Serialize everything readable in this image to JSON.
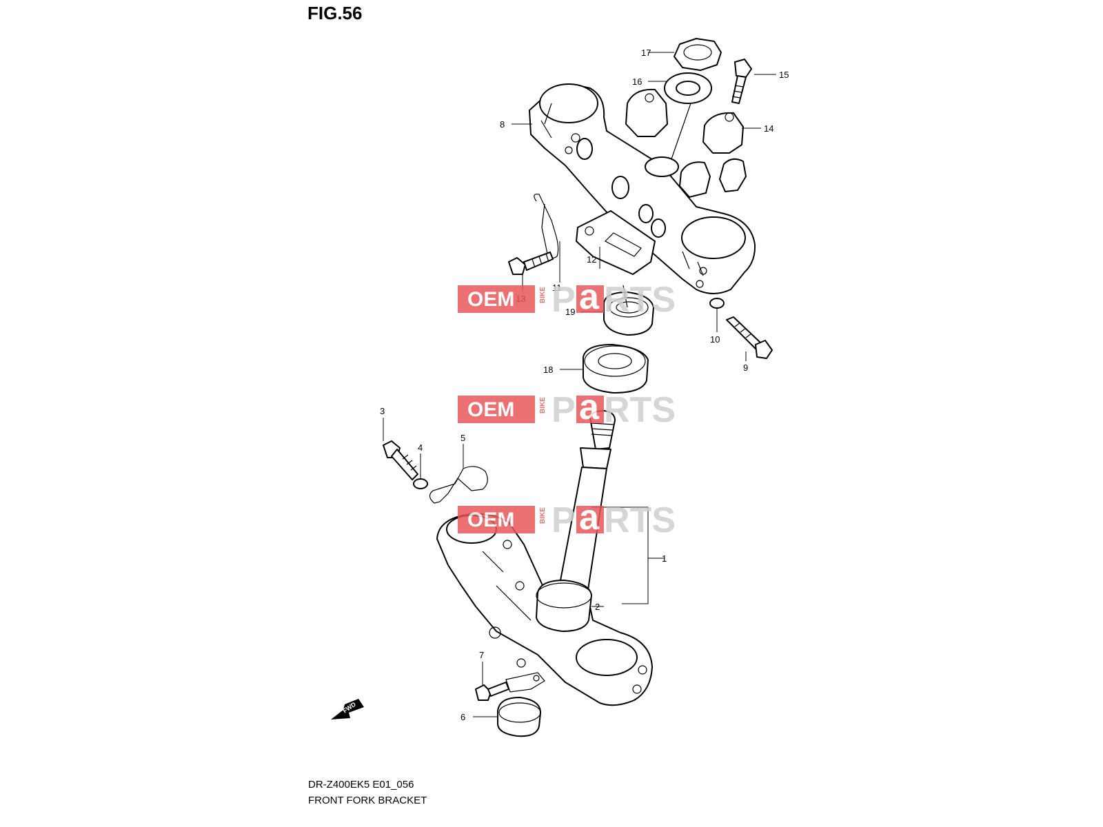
{
  "figure": {
    "title": "FIG.56",
    "model_code": "DR-Z400EK5 E01_056",
    "name": "FRONT FORK BRACKET"
  },
  "callouts": [
    "1",
    "2",
    "3",
    "4",
    "5",
    "6",
    "7",
    "8",
    "9",
    "10",
    "11",
    "12",
    "13",
    "14",
    "15",
    "16",
    "17",
    "18",
    "19"
  ],
  "watermark": {
    "oem": "OEM",
    "bike": "BIKE",
    "parts_left": "P",
    "parts_a": "a",
    "parts_right": "RTS",
    "color_red": "#e7585a",
    "color_gray": "#cfcfcf"
  },
  "direction_arrow": "FWD",
  "colors": {
    "line": "#000000",
    "background": "#ffffff"
  }
}
